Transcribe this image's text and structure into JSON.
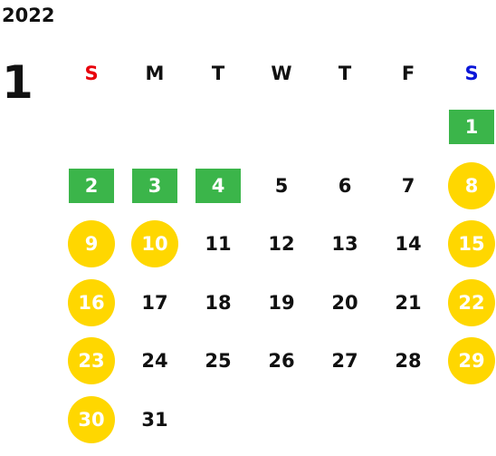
{
  "year": "2022",
  "month": "1",
  "colors": {
    "sunday": "#e8000b",
    "saturday": "#0a16d8",
    "green": "#3bb54a",
    "yellow": "#ffd700",
    "text": "#111111"
  },
  "weekdays": [
    "S",
    "M",
    "T",
    "W",
    "T",
    "F",
    "S"
  ],
  "weeks": [
    [
      null,
      null,
      null,
      null,
      null,
      null,
      {
        "day": "1",
        "mark": "green"
      }
    ],
    [
      {
        "day": "2",
        "mark": "green"
      },
      {
        "day": "3",
        "mark": "green"
      },
      {
        "day": "4",
        "mark": "green"
      },
      {
        "day": "5"
      },
      {
        "day": "6"
      },
      {
        "day": "7"
      },
      {
        "day": "8",
        "mark": "yellow"
      }
    ],
    [
      {
        "day": "9",
        "mark": "yellow"
      },
      {
        "day": "10",
        "mark": "yellow"
      },
      {
        "day": "11"
      },
      {
        "day": "12"
      },
      {
        "day": "13"
      },
      {
        "day": "14"
      },
      {
        "day": "15",
        "mark": "yellow"
      }
    ],
    [
      {
        "day": "16",
        "mark": "yellow"
      },
      {
        "day": "17"
      },
      {
        "day": "18"
      },
      {
        "day": "19"
      },
      {
        "day": "20"
      },
      {
        "day": "21"
      },
      {
        "day": "22",
        "mark": "yellow"
      }
    ],
    [
      {
        "day": "23",
        "mark": "yellow"
      },
      {
        "day": "24"
      },
      {
        "day": "25"
      },
      {
        "day": "26"
      },
      {
        "day": "27"
      },
      {
        "day": "28"
      },
      {
        "day": "29",
        "mark": "yellow"
      }
    ],
    [
      {
        "day": "30",
        "mark": "yellow"
      },
      {
        "day": "31"
      },
      null,
      null,
      null,
      null,
      null
    ]
  ]
}
